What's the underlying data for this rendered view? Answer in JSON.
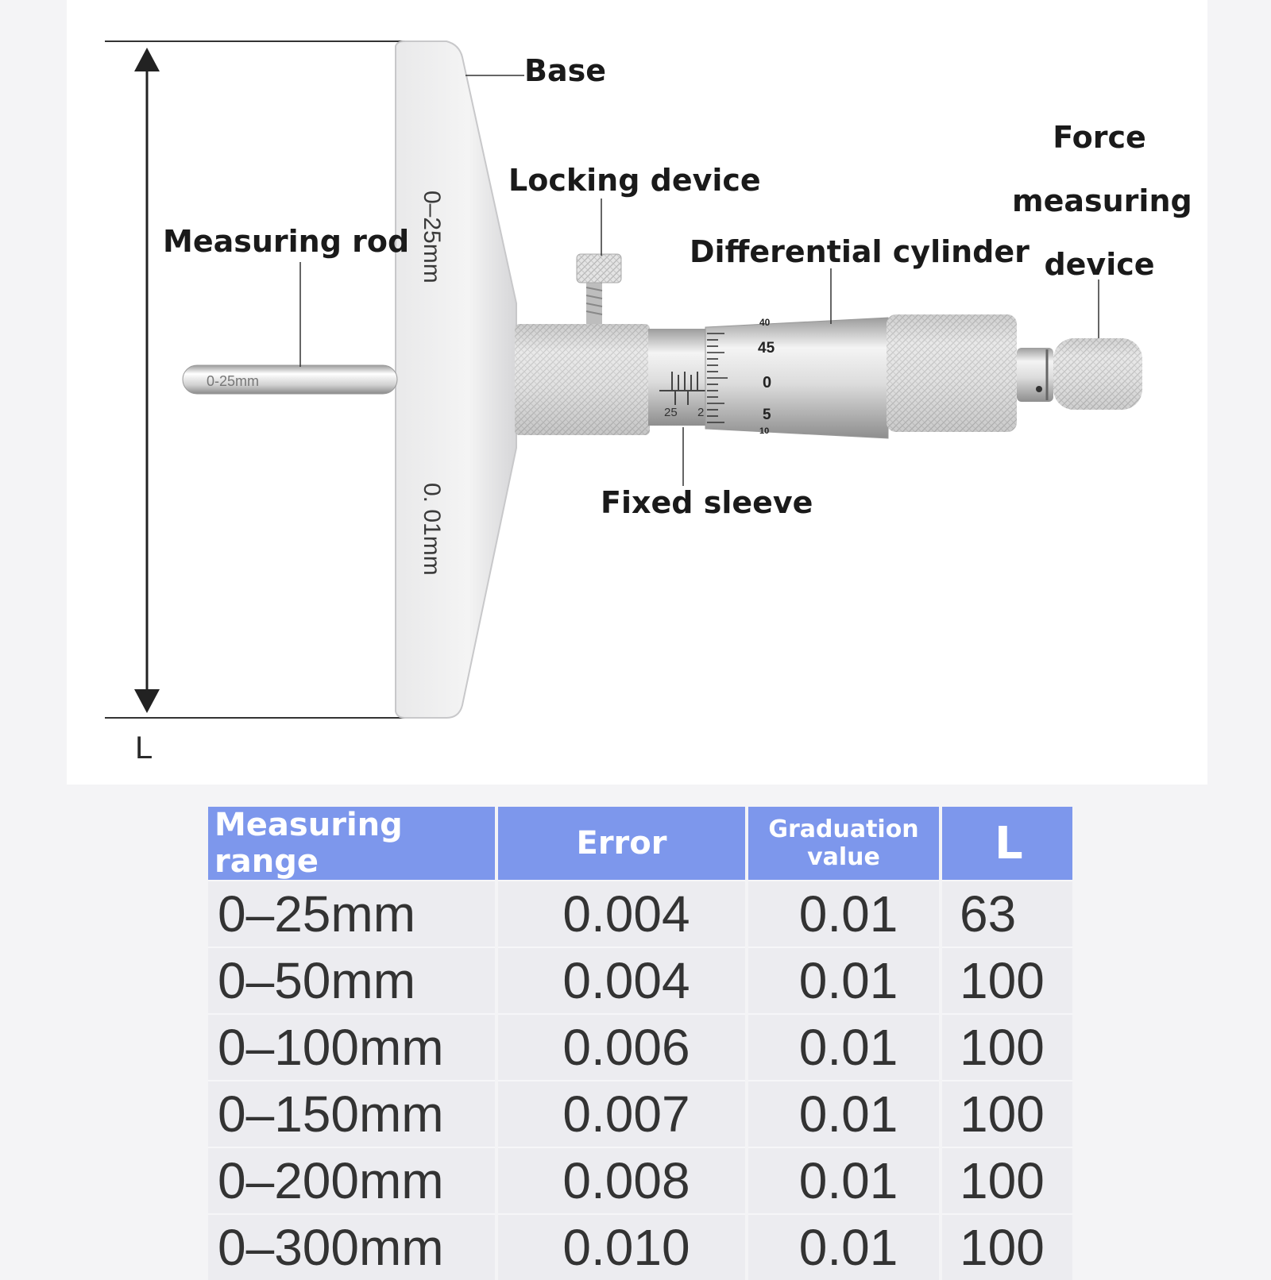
{
  "labels": {
    "base": "Base",
    "locking_device": "Locking device",
    "measuring_rod": "Measuring rod",
    "differential_cylinder": "Differential cylinder",
    "force_measuring_device_line1": "Force",
    "force_measuring_device_line2": "measuring",
    "force_measuring_device_line3": "device",
    "fixed_sleeve": "Fixed sleeve",
    "dimension": "L"
  },
  "base_markings": {
    "range": "0–25mm",
    "resolution": "0. 01mm"
  },
  "rod_marking": "0-25mm",
  "thimble_numbers": [
    "40",
    "45",
    "0",
    "5",
    "10"
  ],
  "sleeve_numbers": [
    "25",
    "2"
  ],
  "table": {
    "headers": [
      "Measuring range",
      "Error",
      "Graduation value",
      "L"
    ],
    "rows": [
      {
        "range": "0–25mm",
        "error": "0.004",
        "graduation": "0.01",
        "L": "63"
      },
      {
        "range": "0–50mm",
        "error": "0.004",
        "graduation": "0.01",
        "L": "100"
      },
      {
        "range": "0–100mm",
        "error": "0.006",
        "graduation": "0.01",
        "L": "100"
      },
      {
        "range": "0–150mm",
        "error": "0.007",
        "graduation": "0.01",
        "L": "100"
      },
      {
        "range": "0–200mm",
        "error": "0.008",
        "graduation": "0.01",
        "L": "100"
      },
      {
        "range": "0–300mm",
        "error": "0.010",
        "graduation": "0.01",
        "L": "100"
      }
    ]
  },
  "colors": {
    "header_bg": "#7d97ec",
    "row_bg": "#ececf0",
    "metal_light": "#f2f2f2",
    "metal_dark": "#b8b8b8"
  }
}
